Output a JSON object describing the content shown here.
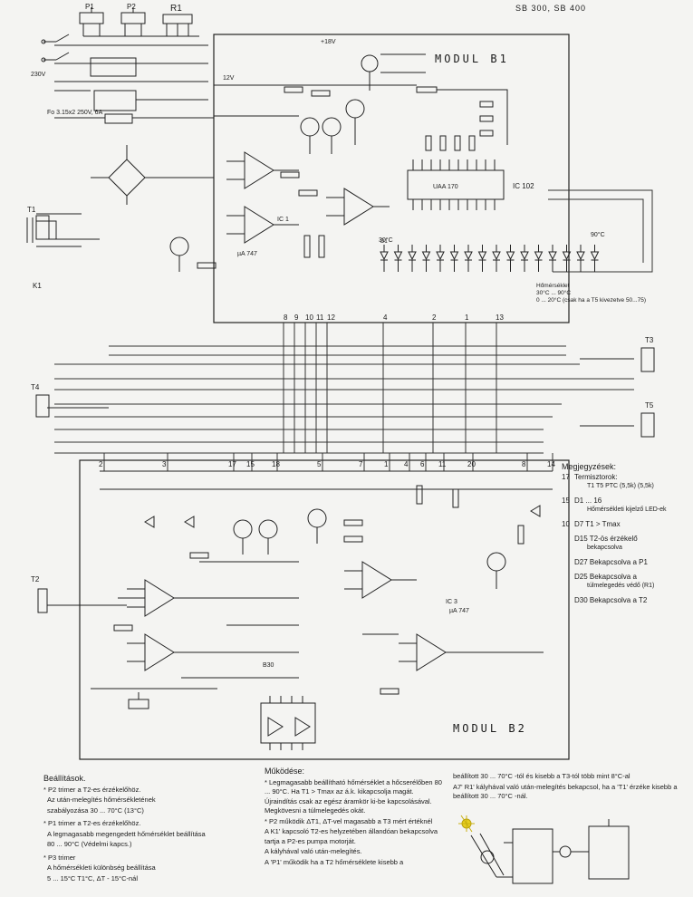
{
  "corner_code": "SB 300,  SB 400",
  "modules": {
    "b1": "MODUL B1",
    "b2": "MODUL B2"
  },
  "components": {
    "p1": "P1",
    "p2": "P2",
    "r1": "R1",
    "t1": "T1",
    "t2": "T2",
    "t3": "T3",
    "t4": "T4",
    "t5": "T5",
    "k1": "K1",
    "ic1": "IC 1",
    "ic102": "IC 102",
    "ic3": "IC 3",
    "uaa": "UAA 170",
    "ua747": "µA 747",
    "ua747_b": "µA 747",
    "b30": "B30",
    "dl": "D1",
    "plus18": "+18V",
    "v12": "12V",
    "v230": "230V",
    "fuse": "Fo 3.15x2 250V, 6A"
  },
  "scale": {
    "t30": "30°C",
    "t90": "90°C",
    "label": "Hőmérséklet",
    "range1": "30°C ... 90°C",
    "range2": "0 ... 20°C  (csak ha a T5 kivezetve 50...75)"
  },
  "pins_top": [
    "8",
    "9",
    "10",
    "11",
    "12",
    "4",
    "2",
    "1",
    "13"
  ],
  "pins_bottom": [
    "2",
    "3",
    "17",
    "15",
    "18",
    "5",
    "7",
    "1",
    "4",
    "6",
    "11",
    "20",
    "8",
    "14"
  ],
  "legend": {
    "title": "Megjegyzések:",
    "items": [
      {
        "pin": "17",
        "text": "Termisztorok:",
        "sub": "T1  T5  PTC  (5,5k)  (5,5k)"
      },
      {
        "pin": "15",
        "text": "D1 ... 16",
        "sub": "Hőmérsékleti kijelző LED-ek"
      },
      {
        "pin": "10",
        "text": "D7  T1 > Tmax",
        "sub": ""
      },
      {
        "pin": "",
        "text": "D15  T2-ös érzékelő",
        "sub": "bekapcsolva"
      },
      {
        "pin": "",
        "text": "D27  Bekapcsolva a P1",
        "sub": ""
      },
      {
        "pin": "",
        "text": "D25  Bekapcsolva a",
        "sub": "túlmelegedés védő (R1)"
      },
      {
        "pin": "",
        "text": "D30  Bekapcsolva a T2",
        "sub": ""
      }
    ]
  },
  "beallitasok": {
    "title": "Beállítások.",
    "items": [
      {
        "head": "* P2 trimer a T2-es érzékelőhöz.",
        "body": [
          "Az után-melegítés hőmérsékletének",
          "szabályozása 30 ... 70°C  (13°C)"
        ]
      },
      {
        "head": "* P1 trimer a T2-es érzékelőhöz.",
        "body": [
          "A legmagasabb megengedett hőmérséklet beállítása",
          "80 ... 90°C  (Védelmi kapcs.)"
        ]
      },
      {
        "head": "* P3 trimer",
        "body": [
          "A hőmérsékleti különbség beállítása",
          "5 ... 15°C       T1°C, ΔT - 15°C-nál"
        ]
      }
    ]
  },
  "mukodese": {
    "title": "Működése:",
    "items": [
      "* Legmagasabb beállítható hőmérséklet a hőcserélőben 80 ... 90°C. Ha T1 > Tmax az á.k. kikapcsolja magát. Újraindítás csak az egész áramkör ki-be kapcsolásával. Megkövesni a túlmelegedés okát.",
      "* P2 működik  ΔT1, ΔT-vel magasabb a T3 mért értéknél",
      "A K1' kapcsoló T2-es helyzetében állandóan bekapcsolva tartja a P2-es pumpa motorját.",
      "A kályhával való után-melegítés.",
      "A 'P1' működik ha a T2 hőmérséklete kisebb a"
    ]
  },
  "right_text": {
    "lines": [
      "beállított 30 ... 70°C -tól és kisebb a T3-tól több mint 8°C-al",
      "A7' R1' kályhával való után-melegítés bekapcsol, ha a 'T1' érzéke kisebb a beállított 30 ... 70°C -nál."
    ]
  }
}
